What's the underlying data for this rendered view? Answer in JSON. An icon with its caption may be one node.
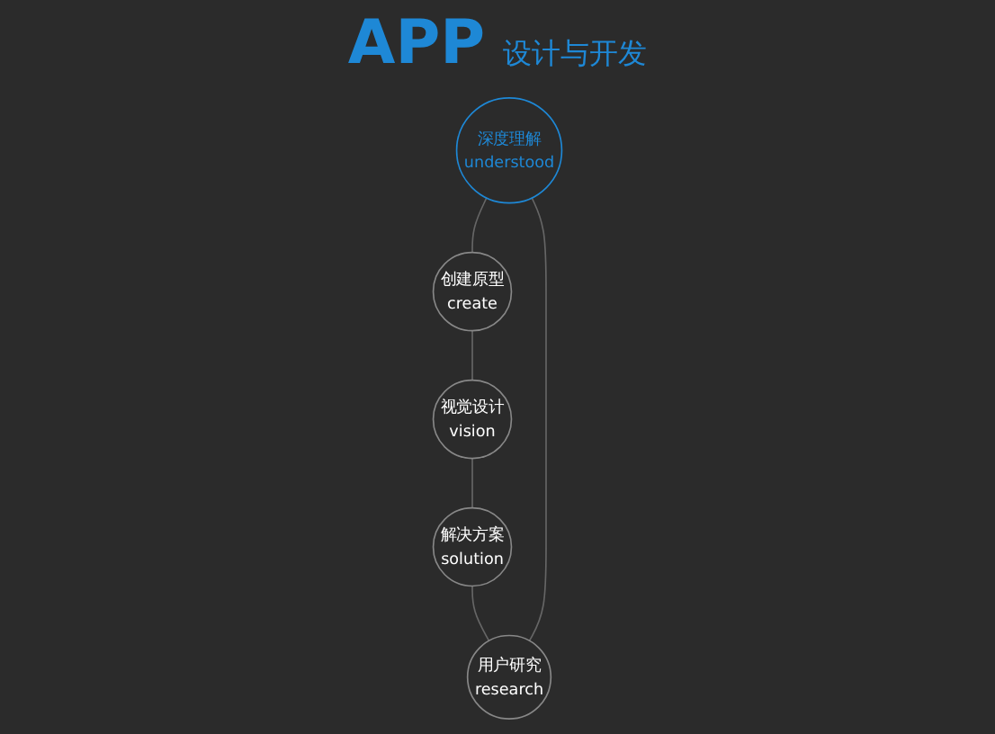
{
  "diagram": {
    "nodes": [
      {
        "text": [
          "深度理解",
          "understood"
        ]
      },
      {
        "text": [
          "用户研究",
          "research"
        ]
      },
      {
        "text": [
          "创建原型",
          "create"
        ]
      },
      {
        "text": [
          "解决方案",
          "solution"
        ]
      },
      {
        "text": [
          "视觉设计",
          "vision"
        ]
      }
    ],
    "edges": [
      {
        "from": 0,
        "to": 2,
        "arrow": "none"
      },
      {
        "from": 2,
        "to": 4,
        "arrow": "none"
      },
      {
        "from": 4,
        "to": 3,
        "arrow": "none"
      },
      {
        "from": 3,
        "to": 1,
        "arrow": "none"
      },
      {
        "from": 1,
        "to": 0,
        "arrow": "none"
      }
    ],
    "labels": [
      "APP",
      "设计与开发"
    ]
  }
}
